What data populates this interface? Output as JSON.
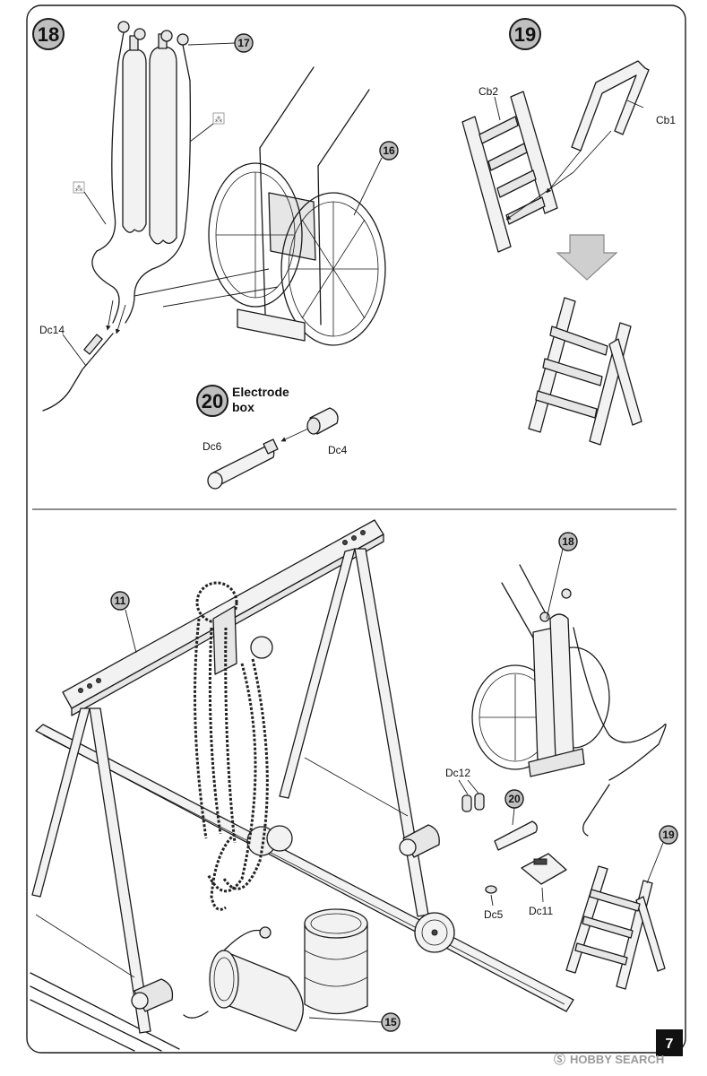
{
  "steps": [
    {
      "number": "18"
    },
    {
      "number": "19"
    },
    {
      "number": "20",
      "title_line1": "Electrode",
      "title_line2": "box"
    }
  ],
  "callouts": {
    "c17": "17",
    "c16": "16",
    "c11": "11",
    "c18": "18",
    "c20": "20",
    "c19": "19",
    "c15": "15"
  },
  "part_labels": {
    "dc14": "Dc14",
    "cb2": "Cb2",
    "cb1": "Cb1",
    "dc6": "Dc6",
    "dc4": "Dc4",
    "dc12": "Dc12",
    "dc5": "Dc5",
    "dc11": "Dc11"
  },
  "glue_symbol": "⁂",
  "page_number": "7",
  "watermark": "HOBBY SEARCH",
  "watermark_logo": "Ⓢ",
  "colors": {
    "callout_fill": "#bfbfbf",
    "part_fill": "#e6e6e6",
    "line": "#1a1a1a"
  }
}
